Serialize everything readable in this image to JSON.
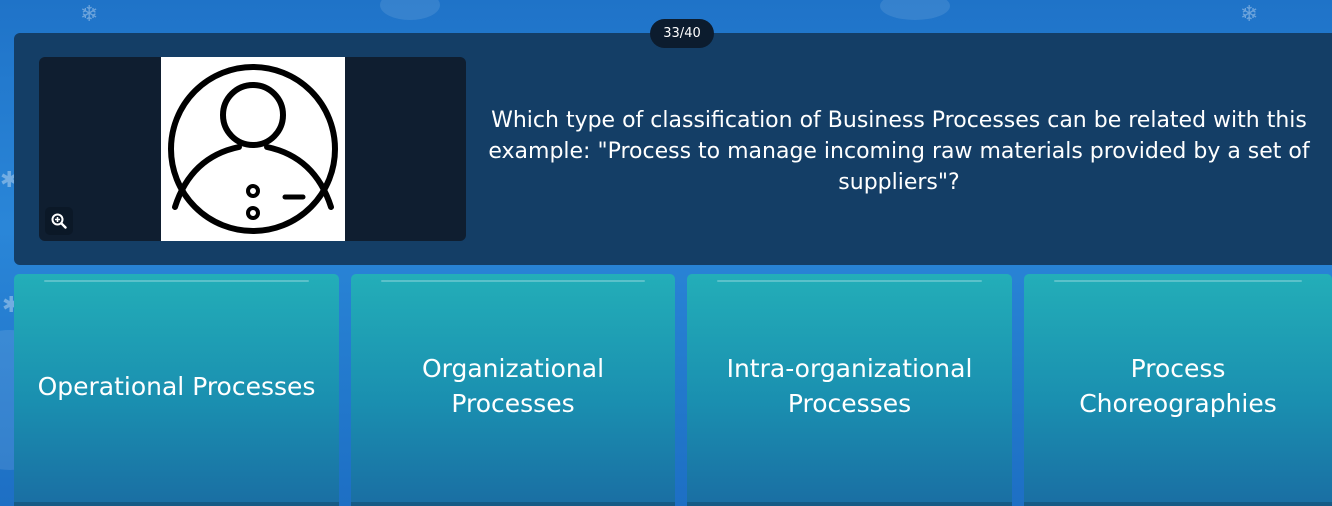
{
  "header": {
    "counter": "33/40"
  },
  "question": {
    "text": "Which type of classification of Business Processes can be related with this example: \"Process to manage incoming raw materials provided by a set of suppliers\"?",
    "image_icon": "user-profile-icon",
    "zoom_icon": "zoom-in-icon"
  },
  "options": [
    {
      "label": "Operational Processes"
    },
    {
      "label": "Organizational Processes"
    },
    {
      "label": "Intra-organizational Processes"
    },
    {
      "label": "Process Choreographies"
    }
  ],
  "colors": {
    "panel": "#143e66",
    "option_top": "#23aeb8",
    "option_bottom": "#1a6ea3",
    "background": "#2a86d8"
  }
}
